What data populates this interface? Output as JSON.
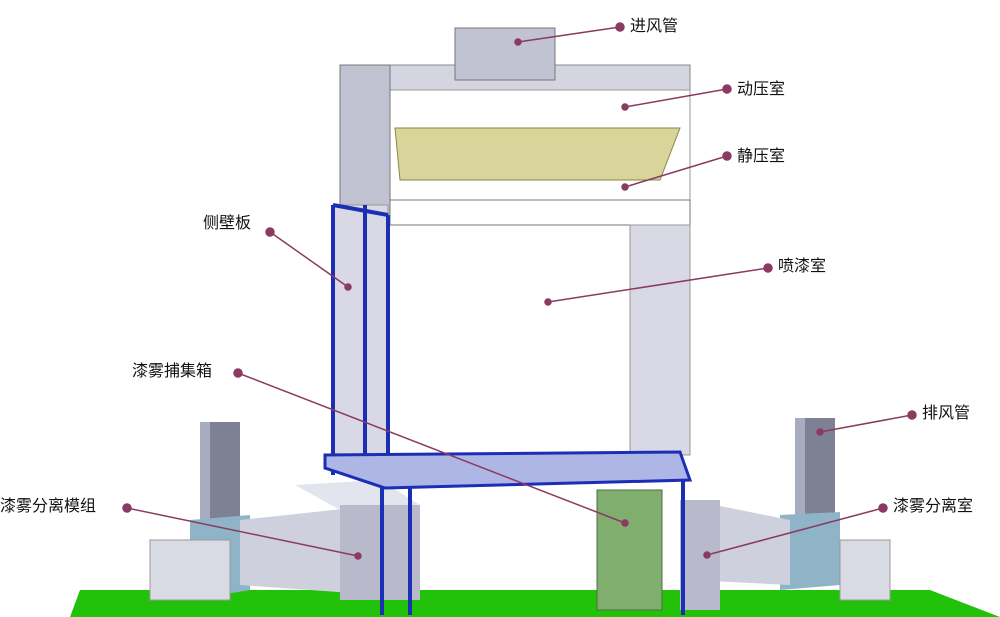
{
  "title": "Spray booth structure diagram",
  "colors": {
    "leader": "#8b3a62",
    "frame": "#1c2fb4",
    "panel": "#c8cad8",
    "ground": "#22c20a"
  },
  "labels": {
    "intake_duct": "进风管",
    "dynamic_pressure_chamber": "动压室",
    "static_pressure_chamber": "静压室",
    "side_wall_panel": "侧壁板",
    "spray_booth": "喷漆室",
    "paint_mist_collection_box": "漆雾捕集箱",
    "exhaust_duct": "排风管",
    "paint_mist_separation_module": "漆雾分离模组",
    "paint_mist_separation_chamber": "漆雾分离室"
  }
}
